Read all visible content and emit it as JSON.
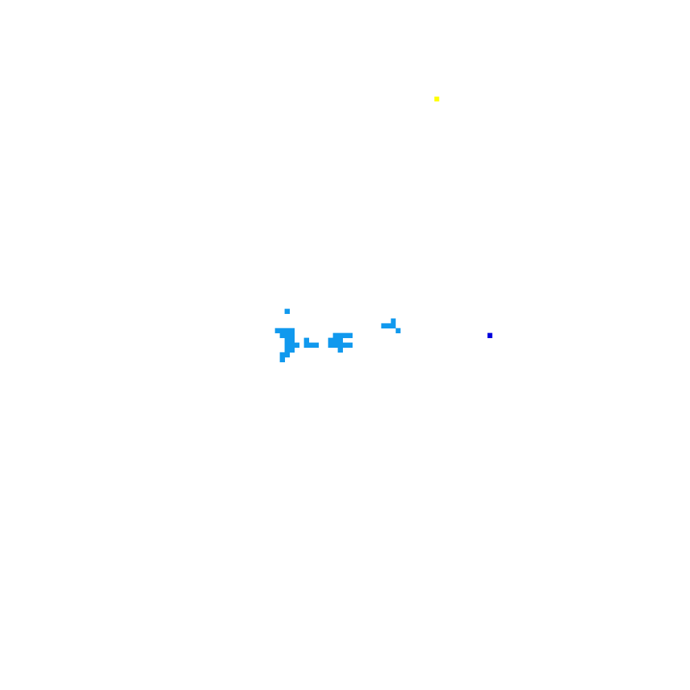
{
  "game": {
    "grid": {
      "columns": 143,
      "rows": 143
    },
    "background_color": "#ffffff",
    "colors": {
      "cluster": "#1199ee",
      "gold": "#ffff00",
      "player": "#0000dd"
    },
    "clusters": [
      {
        "name": "cluster-left",
        "cells": [
          [
            59,
            64
          ],
          [
            57,
            68
          ],
          [
            58,
            68
          ],
          [
            59,
            68
          ],
          [
            60,
            68
          ],
          [
            58,
            69
          ],
          [
            59,
            69
          ],
          [
            60,
            69
          ],
          [
            59,
            70
          ],
          [
            60,
            70
          ],
          [
            59,
            71
          ],
          [
            60,
            71
          ],
          [
            61,
            71
          ],
          [
            59,
            72
          ],
          [
            60,
            72
          ],
          [
            58,
            73
          ],
          [
            59,
            73
          ],
          [
            58,
            74
          ]
        ]
      },
      {
        "name": "cluster-middle",
        "cells": [
          [
            63,
            70
          ],
          [
            63,
            71
          ],
          [
            64,
            71
          ],
          [
            65,
            71
          ]
        ]
      },
      {
        "name": "cluster-right",
        "cells": [
          [
            69,
            69
          ],
          [
            70,
            69
          ],
          [
            71,
            69
          ],
          [
            72,
            69
          ],
          [
            68,
            70
          ],
          [
            69,
            70
          ],
          [
            70,
            70
          ],
          [
            68,
            71
          ],
          [
            69,
            71
          ],
          [
            70,
            71
          ],
          [
            71,
            71
          ],
          [
            72,
            71
          ],
          [
            70,
            72
          ]
        ]
      },
      {
        "name": "cluster-far-right",
        "cells": [
          [
            81,
            66
          ],
          [
            79,
            67
          ],
          [
            80,
            67
          ],
          [
            81,
            67
          ],
          [
            82,
            68
          ]
        ]
      }
    ],
    "gold_cell": {
      "name": "gold-cell",
      "cell": [
        90,
        20
      ]
    },
    "player_cell": {
      "name": "player-cell",
      "cell": [
        101,
        69
      ]
    }
  }
}
